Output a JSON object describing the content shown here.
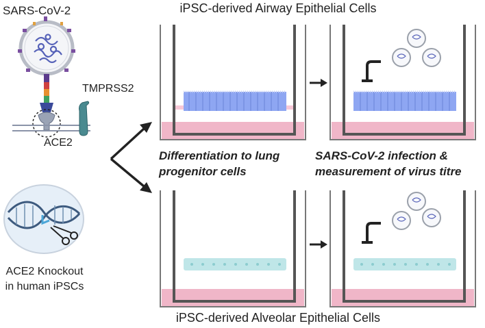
{
  "labels": {
    "virus": "SARS-CoV-2",
    "protease": "TMPRSS2",
    "receptor": "ACE2",
    "knockout": "ACE2 Knockout in human iPSCs",
    "airway": "iPSC-derived Airway Epithelial Cells",
    "alveolar": "iPSC-derived Alveolar Epithelial Cells",
    "differentiation": "Differentiation to lung progenitor cells",
    "infection": "SARS-CoV-2 infection & measurement of virus titre"
  },
  "colors": {
    "media": "#f0b6c8",
    "airway_cells": "#8ea6f2",
    "alveolar_cells": "#bfe6e8",
    "virus_outline": "#9aa0aa",
    "arrow": "#222222"
  }
}
